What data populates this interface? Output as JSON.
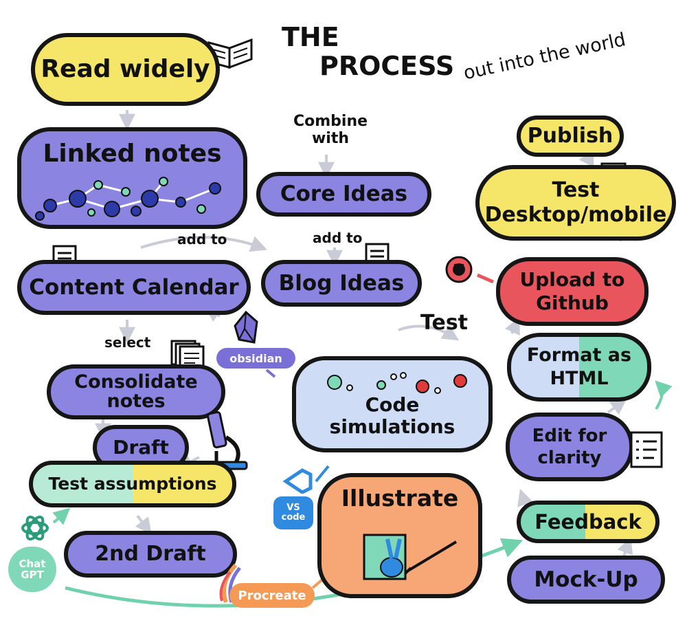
{
  "title": {
    "line1": "THE",
    "line2": "PROCESS"
  },
  "subtitle": "out into the world",
  "nodes": {
    "read_widely": "Read widely",
    "linked_notes": "Linked notes",
    "core_ideas": "Core Ideas",
    "content_calendar": "Content Calendar",
    "blog_ideas": "Blog Ideas",
    "consolidate_notes": "Consolidate notes",
    "draft": "Draft",
    "test_assumptions": "Test assumptions",
    "second_draft": "2nd Draft",
    "code_simulations": "Code simulations",
    "illustrate": "Illustrate",
    "publish": "Publish",
    "test_desktop_mobile": "Test Desktop/mobile",
    "upload_github": "Upload to Github",
    "format_html": "Format as HTML",
    "edit_clarity": "Edit for clarity",
    "feedback": "Feedback",
    "mock_up": "Mock-Up"
  },
  "labels": {
    "combine_with": "Combine with",
    "add_to_left": "add to",
    "add_to_right": "add to",
    "select": "select",
    "test": "Test"
  },
  "tools": {
    "obsidian": "obsidian",
    "vscode": "VS code",
    "chatgpt": "Chat GPT",
    "procreate": "Procreate"
  },
  "colors": {
    "purple": "#8b84e0",
    "yellow": "#f5e66a",
    "red": "#e8555c",
    "lightblue": "#cfdcf5",
    "orange": "#f7a676",
    "teal": "#7fd9b8",
    "obsidian": "#7a6fd6",
    "vscode": "#2f8ae0",
    "chatgpt": "#7fd9b8",
    "procreate": "#f49a55"
  },
  "icons": [
    "book-icon",
    "notepad-icon",
    "obsidian-gem-icon",
    "microscope-icon",
    "github-icon",
    "checklist-icon",
    "laptop-phone-icon",
    "rabbit-drawing-icon",
    "chatgpt-logo-icon",
    "vscode-logo-icon",
    "procreate-logo-icon"
  ]
}
